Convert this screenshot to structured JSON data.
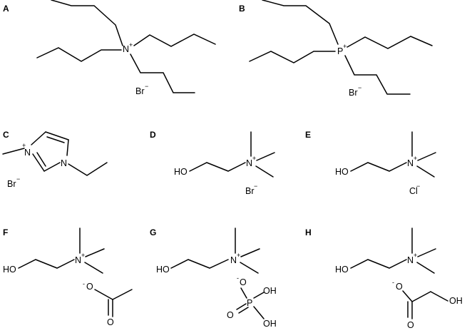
{
  "panels": {
    "A": {
      "label": "A",
      "center": "N",
      "center_charge": "+",
      "counterion": "Br",
      "counterion_charge": "−"
    },
    "B": {
      "label": "B",
      "center": "P",
      "center_charge": "+",
      "counterion": "Br",
      "counterion_charge": "−"
    },
    "C": {
      "label": "C",
      "ring_n1": "N",
      "ring_n1_charge": "+",
      "ring_n2": "N",
      "counterion": "Br",
      "counterion_charge": "−"
    },
    "D": {
      "label": "D",
      "ho": "HO",
      "center": "N",
      "center_charge": "+",
      "counterion": "Br",
      "counterion_charge": "−"
    },
    "E": {
      "label": "E",
      "ho": "HO",
      "center": "N",
      "center_charge": "+",
      "counterion": "Cl",
      "counterion_charge": "−"
    },
    "F": {
      "label": "F",
      "ho": "HO",
      "center": "N",
      "center_charge": "+",
      "anion_o_charge": "-",
      "anion_o": "O",
      "carbonyl_o": "O"
    },
    "G": {
      "label": "G",
      "ho": "HO",
      "center": "N",
      "center_charge": "+",
      "anion_o_charge": "-",
      "anion_o": "O",
      "phosphorus": "P",
      "p_oh1": "OH",
      "p_o": "O",
      "p_oh2": "OH"
    },
    "H": {
      "label": "H",
      "ho": "HO",
      "center": "N",
      "center_charge": "+",
      "anion_o_charge": "-",
      "anion_o": "O",
      "carbonyl_o": "O",
      "anion_oh": "OH"
    }
  }
}
